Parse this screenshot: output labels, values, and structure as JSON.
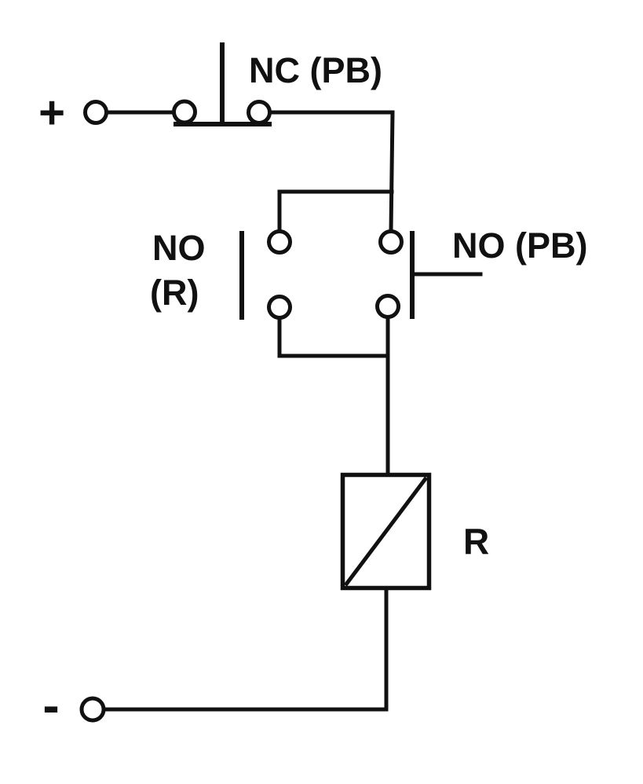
{
  "diagram": {
    "kind": "relay-latching-circuit-schematic",
    "stroke_color": "#111111",
    "background_color": "#ffffff",
    "labels": {
      "positive_terminal": "+",
      "negative_terminal": "-",
      "nc_pushbutton": "NC (PB)",
      "no_relay_contact_line1": "NO",
      "no_relay_contact_line2": "(R)",
      "no_pushbutton": "NO (PB)",
      "relay_coil": "R"
    },
    "symbols": [
      "positive-supply-terminal",
      "nc-pushbutton-contact",
      "no-relay-contact",
      "no-pushbutton-contact",
      "relay-coil",
      "negative-supply-terminal"
    ]
  }
}
